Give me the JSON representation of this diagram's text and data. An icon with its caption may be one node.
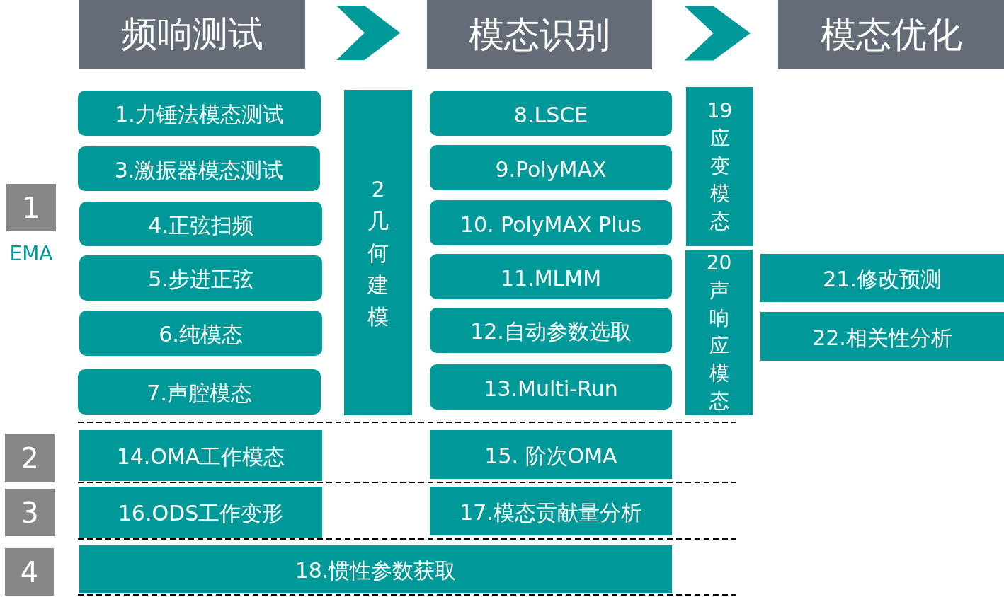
{
  "diagram": {
    "nodes": [
      {
        "text": [
          "频响测试"
        ]
      },
      {
        "text": [
          "模态识别"
        ]
      },
      {
        "text": [
          "模态优化"
        ]
      },
      {
        "text": [
          "1"
        ],
        "beside": [
          "EMA"
        ]
      },
      {
        "text": [
          "1.力锤法模态测试"
        ]
      },
      {
        "text": [
          "3.激振器模态测试"
        ]
      },
      {
        "text": [
          "4.正弦扫频"
        ]
      },
      {
        "text": [
          "5.步进正弦"
        ]
      },
      {
        "text": [
          "6.纯模态"
        ]
      },
      {
        "text": [
          "7.声腔模态"
        ]
      },
      {
        "text": [
          "2 几何建模"
        ]
      },
      {
        "text": [
          "8.LSCE"
        ]
      },
      {
        "text": [
          "9.PolyMAX"
        ]
      },
      {
        "text": [
          "10. PolyMAX Plus"
        ]
      },
      {
        "text": [
          "11.MLMM"
        ]
      },
      {
        "text": [
          "12.自动参数选取"
        ]
      },
      {
        "text": [
          "13.Multi-Run"
        ]
      },
      {
        "text": [
          "19 应变模态"
        ]
      },
      {
        "text": [
          "20 声响应模态"
        ]
      },
      {
        "text": [
          "21.修改预测"
        ]
      },
      {
        "text": [
          "22.相关性分析"
        ]
      },
      {
        "text": [
          "2"
        ]
      },
      {
        "text": [
          "14.OMA工作模态"
        ]
      },
      {
        "text": [
          "15. 阶次OMA"
        ]
      },
      {
        "text": [
          "3"
        ]
      },
      {
        "text": [
          "16.ODS工作变形"
        ]
      },
      {
        "text": [
          "17.模态贡献量分析"
        ]
      },
      {
        "text": [
          "4"
        ]
      },
      {
        "text": [
          "18.惯性参数获取"
        ]
      }
    ],
    "edges": [
      {
        "from": 0,
        "to": 1,
        "arrow": "to"
      },
      {
        "from": 1,
        "to": 2,
        "arrow": "to"
      }
    ]
  }
}
